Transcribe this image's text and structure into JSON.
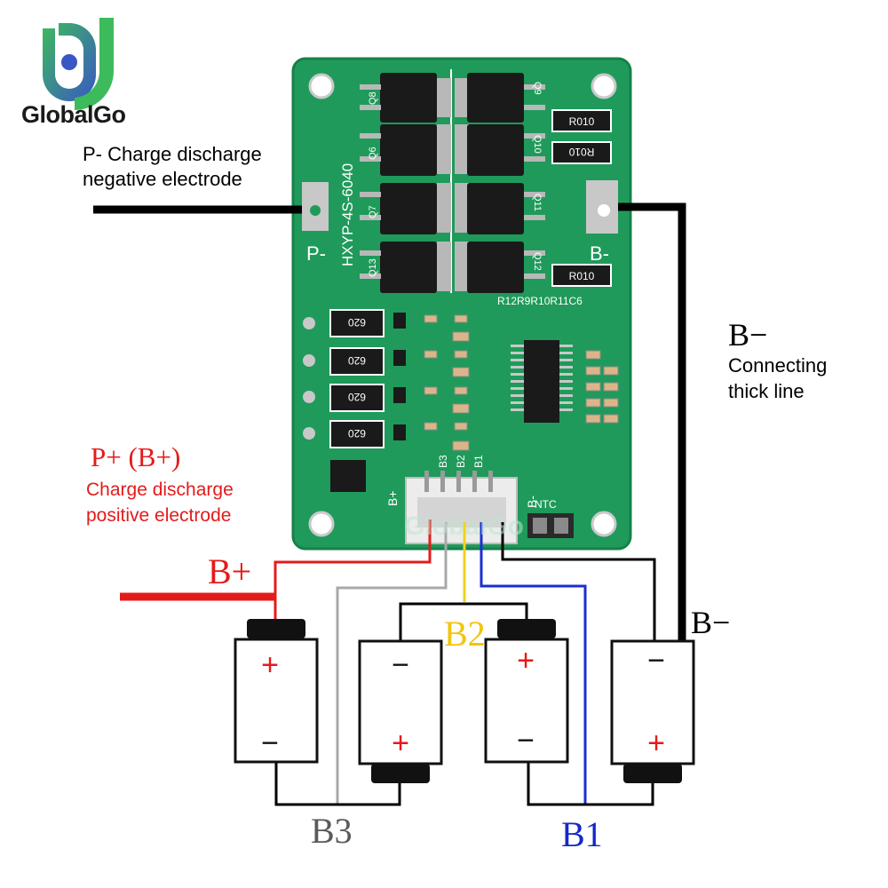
{
  "brand": {
    "name": "GlobalGo"
  },
  "labels": {
    "p_minus": [
      "P- Charge discharge",
      "negative electrode"
    ],
    "b_minus_right": "B−",
    "connecting": [
      "Connecting",
      "thick line"
    ],
    "p_plus": "P+ (B+)",
    "p_plus_desc": [
      "Charge discharge",
      "positive electrode"
    ],
    "b_plus": "B+",
    "b2": "B2",
    "b_minus_bottom": "B−",
    "b3": "B3",
    "b1": "B1"
  },
  "board": {
    "model": "HXYP-4S-6040",
    "pad_left": "P-",
    "pad_right": "B-",
    "mosfet_labels": [
      "Q8",
      "Q9",
      "Q6",
      "Q10",
      "Q7",
      "Q11",
      "Q13",
      "Q12"
    ],
    "shunts": [
      "R010",
      "R010",
      "R010"
    ],
    "resistors_620": [
      "620",
      "620",
      "620",
      "620"
    ],
    "resistor_row": "R12R9R10R11C6",
    "connector_pins": [
      "B+",
      "B3",
      "B2",
      "B1",
      "B-"
    ],
    "ntc": "NTC",
    "watermark": "GlobalGo"
  },
  "batteries": [
    {
      "top": "+",
      "bottom": "−"
    },
    {
      "top": "−",
      "bottom": "+"
    },
    {
      "top": "+",
      "bottom": "−"
    },
    {
      "top": "−",
      "bottom": "+"
    }
  ],
  "colors": {
    "pcb": "#1f9a5a",
    "bplus_wire": "#e41b1b",
    "b3_wire": "#a8a8a8",
    "b2_wire": "#f2d21a",
    "b1_wire": "#1a2fd0",
    "bminus_wire": "#000000",
    "brand_blue": "#3a56c5",
    "brand_green": "#3dbb5c"
  }
}
